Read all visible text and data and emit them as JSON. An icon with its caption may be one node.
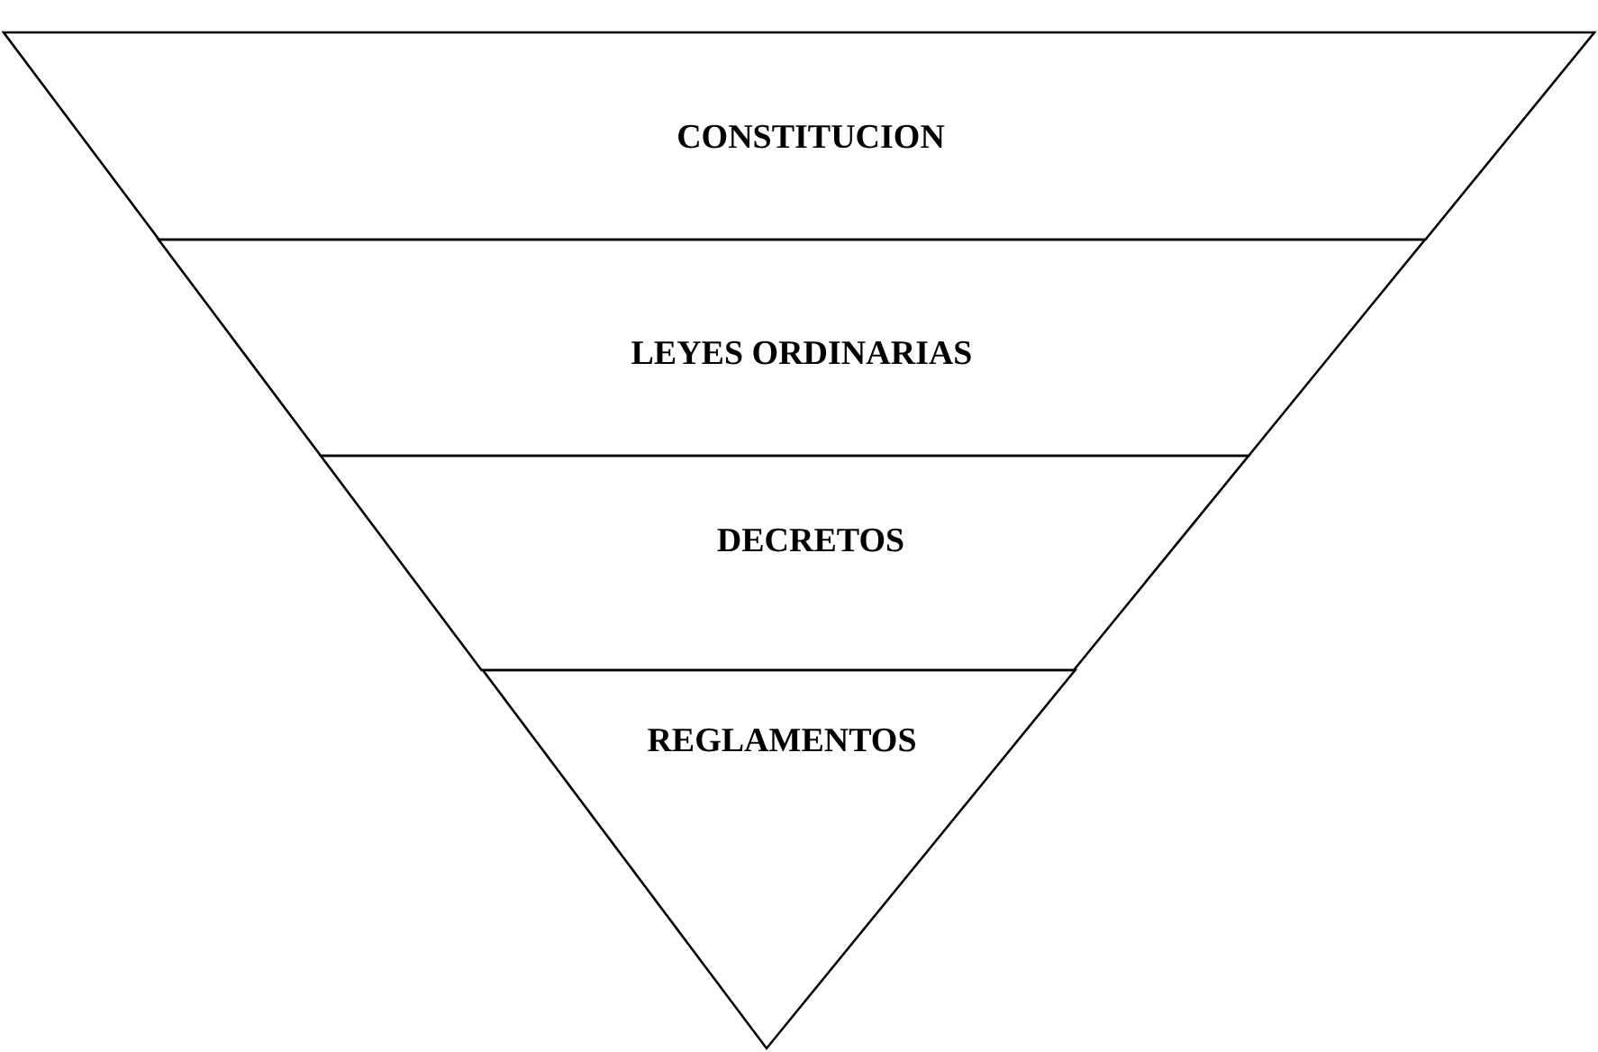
{
  "diagram": {
    "nodes": [
      {
        "text": [
          "CONSTITUCION"
        ]
      },
      {
        "text": [
          "LEYES ORDINARIAS"
        ]
      },
      {
        "text": [
          "DECRETOS"
        ]
      },
      {
        "text": [
          "REGLAMENTOS"
        ]
      }
    ]
  }
}
